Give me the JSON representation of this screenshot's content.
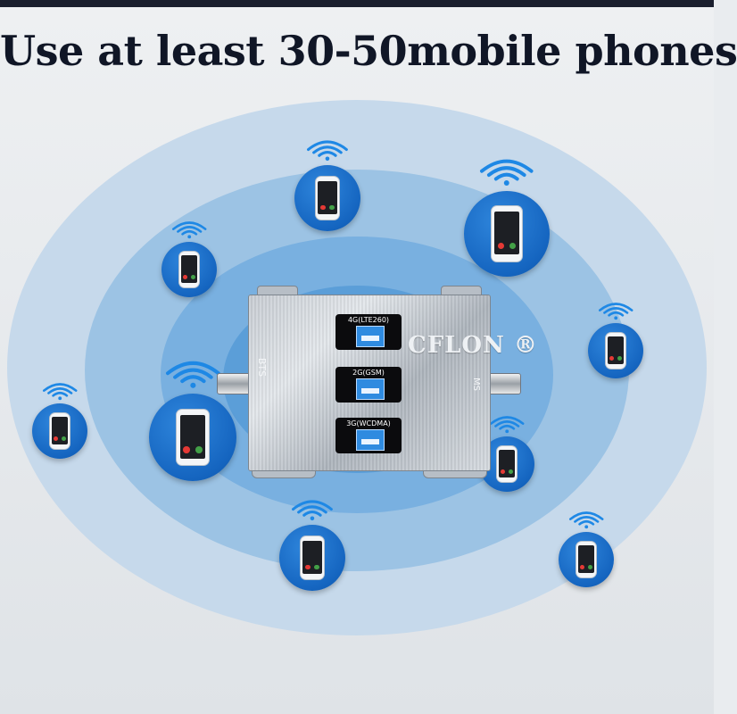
{
  "headline": "Use at least 30-50mobile phones",
  "device": {
    "brand": "CFLON ®",
    "left_port_label": "BTS",
    "right_port_label": "MS",
    "bands": [
      {
        "label": "4G(LTE260)"
      },
      {
        "label": "2G(GSM)"
      },
      {
        "label": "3G(WCDMA)"
      }
    ]
  },
  "colors": {
    "headline": "#101626",
    "phone_disc": "#1565c0",
    "ring_outer": "#c6d9eb",
    "ring_inner": "#5b9ed8"
  },
  "icons": {
    "phone": "smartphone-icon",
    "signal": "wifi-signal-icon"
  }
}
